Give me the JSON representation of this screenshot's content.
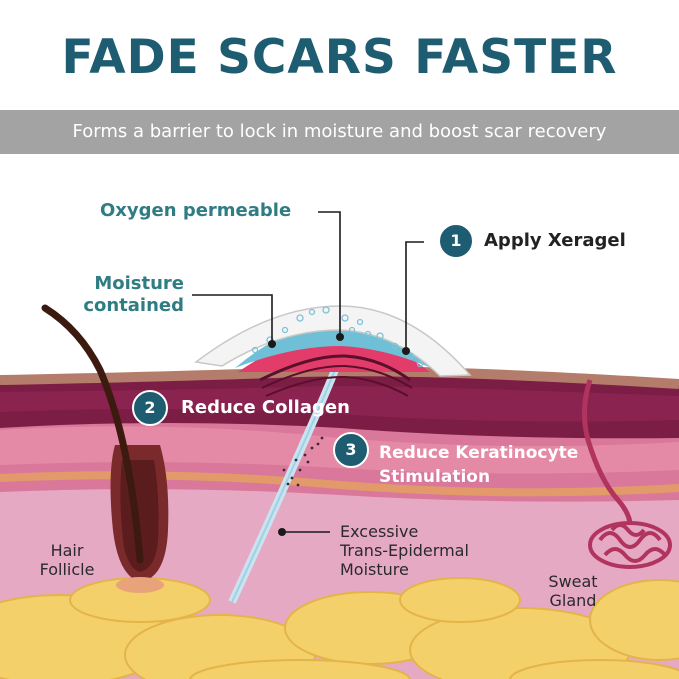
{
  "header": {
    "title": "FADE SCARS FASTER",
    "subtitle": "Forms a barrier to lock in moisture and boost scar recovery"
  },
  "callouts": {
    "oxygen": "Oxygen permeable",
    "moisture_line1": "Moisture",
    "moisture_line2": "contained",
    "hair_line1": "Hair",
    "hair_line2": "Follicle",
    "tem_line1": "Excessive",
    "tem_line2": "Trans-Epidermal",
    "tem_line3": "Moisture",
    "sweat_line1": "Sweat",
    "sweat_line2": "Gland"
  },
  "steps": [
    {
      "number": "1",
      "label": "Apply Xeragel"
    },
    {
      "number": "2",
      "label": "Reduce Collagen"
    },
    {
      "number": "3",
      "label_line1": "Reduce Keratinocyte",
      "label_line2": "Stimulation"
    }
  ],
  "colors": {
    "brand_teal": "#1e5d71",
    "callout_teal": "#2f7d83",
    "subtitle_bar": "#a3a3a3",
    "epidermis": "#7c1d46",
    "dermis": "#d06a8c",
    "fat": "#f0c860"
  }
}
